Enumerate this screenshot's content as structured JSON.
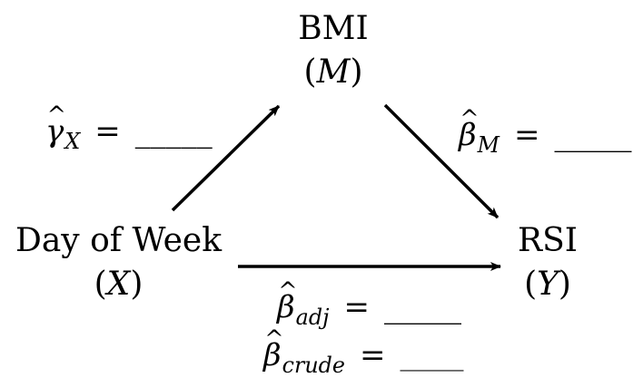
{
  "nodes": {
    "mediator": {
      "name": "BMI",
      "symbol": "M"
    },
    "exposure": {
      "name": "Day of Week",
      "symbol": "X"
    },
    "outcome": {
      "name": "RSI",
      "symbol": "Y"
    }
  },
  "paths": {
    "gamma_x": {
      "symbol": "γ",
      "subscript": "X",
      "equals": "=",
      "value": "_____"
    },
    "beta_m": {
      "symbol": "β",
      "subscript": "M",
      "equals": "=",
      "value": "_____"
    },
    "beta_adj": {
      "symbol": "β",
      "subscript": "adj",
      "equals": "=",
      "value": "_____"
    },
    "beta_crude": {
      "symbol": "β",
      "subscript": "crude",
      "equals": "=",
      "value": "_____"
    }
  }
}
